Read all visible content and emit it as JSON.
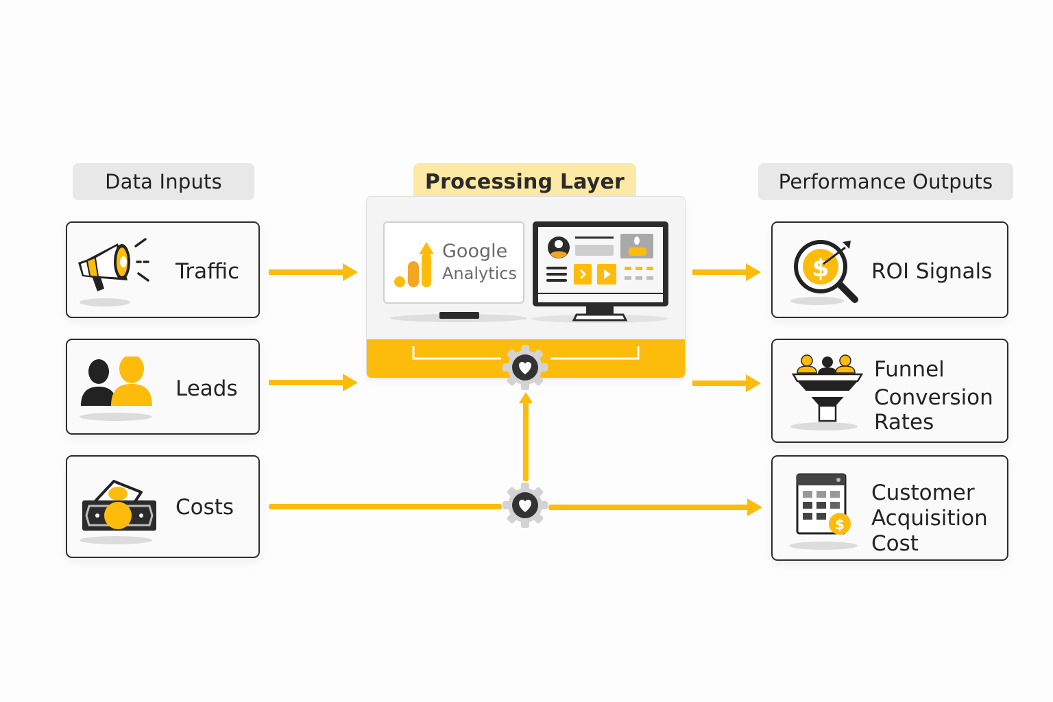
{
  "columns": {
    "inputs": {
      "header": "Data Inputs",
      "items": [
        {
          "label": "Traffic",
          "icon": "megaphone-icon"
        },
        {
          "label": "Leads",
          "icon": "users-icon"
        },
        {
          "label": "Costs",
          "icon": "money-icon"
        }
      ]
    },
    "processing": {
      "header": "Processing Layer",
      "analytics_line1": "Google",
      "analytics_line2": "Analytics",
      "dashboard_icon": "dashboard-monitor-icon",
      "connector_icon": "gear-heart-icon"
    },
    "outputs": {
      "header": "Performance Outputs",
      "items": [
        {
          "label_lines": [
            "ROI Signals"
          ],
          "icon": "roi-magnifier-target-icon"
        },
        {
          "label_lines": [
            "Funnel",
            "Conversion",
            "Rates"
          ],
          "icon": "funnel-icon"
        },
        {
          "label_lines": [
            "Customer",
            "Acquisition",
            "Cost"
          ],
          "icon": "calendar-dollar-icon"
        }
      ]
    }
  },
  "colors": {
    "accent": "#fdbc0b",
    "accent_light": "#fde9a6",
    "dark": "#2b2b2b",
    "gray_header": "#e8e8e8"
  }
}
